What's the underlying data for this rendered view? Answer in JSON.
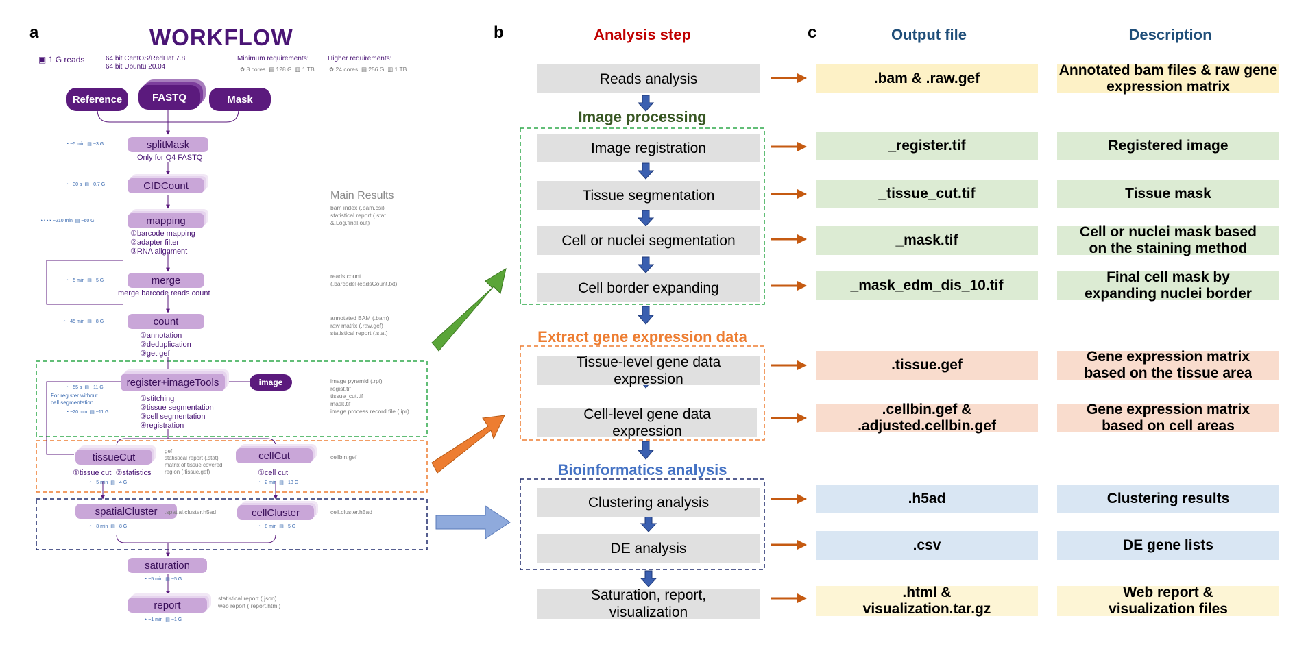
{
  "panels": {
    "a": "a",
    "b": "b",
    "c": "c"
  },
  "workflow": {
    "title": "WORKFLOW",
    "reads": "1 G reads",
    "os1": "64 bit CentOS/RedHat 7.8",
    "os2": "64 bit Ubuntu 20.04",
    "min_req": "Minimum requirements:",
    "min_cores": "8 cores",
    "min_mem": "128 G",
    "min_disk": "1 TB",
    "high_req": "Higher requirements:",
    "high_cores": "24 cores",
    "high_mem": "256 G",
    "high_disk": "1 TB",
    "inputs": [
      "Reference",
      "FASTQ",
      "Mask"
    ],
    "image_input": "image",
    "main_results_title": "Main Results",
    "steps": {
      "splitmask": {
        "label": "splitMask",
        "time": "~5 min",
        "mem": "~3 G",
        "sub": [
          "Only for Q4 FASTQ"
        ]
      },
      "cidcount": {
        "label": "CIDCount",
        "time": "~30 s",
        "mem": "~0.7 G",
        "sub": []
      },
      "mapping": {
        "label": "mapping",
        "time": "~210 min",
        "mem": "~60 G",
        "sub": [
          "①barcode mapping",
          "②adapter filter",
          "③RNA alignment"
        ],
        "results": [
          "bam index (.bam.csi)",
          "statistical report (.stat",
          "&.Log.final.out)"
        ]
      },
      "merge": {
        "label": "merge",
        "time": "~5 min",
        "mem": "~5 G",
        "sub": [
          "merge barcode reads count"
        ],
        "results": [
          "reads count",
          "(.barcodeReadsCount.txt)"
        ]
      },
      "count": {
        "label": "count",
        "time": "~45 min",
        "mem": "~8 G",
        "sub": [
          "①annotation",
          "②deduplication",
          "③get gef"
        ],
        "results": [
          "annotated BAM (.bam)",
          "raw matrix (.raw.gef)",
          "statistical report (.stat)"
        ]
      },
      "register": {
        "label": "register+imageTools",
        "time1": "~55 s",
        "mem1": "~11 G",
        "note": [
          "For register without",
          "cell segmentation"
        ],
        "time2": "~20 min",
        "mem2": "~11 G",
        "sub": [
          "①stitching",
          "②tissue segmentation",
          "③cell segmentation",
          "④registration"
        ],
        "results": [
          "image pyramid (.rpi)",
          "regist.tif",
          "tissue_cut.tif",
          "mask.tif",
          "image process record file (.ipr)"
        ]
      },
      "tissuecut": {
        "label": "tissueCut",
        "time": "~5 min",
        "mem": "~4 G",
        "sub": [
          "①tissue cut",
          "②statistics"
        ],
        "results": [
          "gef",
          "statistical report (.stat)",
          "matrix of tissue covered",
          "region (.tissue.gef)"
        ]
      },
      "cellcut": {
        "label": "cellCut",
        "time": "~2 min",
        "mem": "~13 G",
        "sub": [
          "①cell cut"
        ],
        "results": [
          "cellbin.gef"
        ]
      },
      "spatialcluster": {
        "label": "spatialCluster",
        "time": "~8 min",
        "mem": "~8 G",
        "results": [
          ".spatial.cluster.h5ad"
        ]
      },
      "cellcluster": {
        "label": "cellCluster",
        "time": "~8 min",
        "mem": "~5 G",
        "results": [
          "cell.cluster.h5ad"
        ]
      },
      "saturation": {
        "label": "saturation",
        "time": "~5 min",
        "mem": "~5 G"
      },
      "report": {
        "label": "report",
        "time": "~1 min",
        "mem": "~1 G",
        "results": [
          "statistical report (.json)",
          "web report (.report.html)"
        ]
      }
    }
  },
  "panel_b": {
    "header": "Analysis step",
    "steps": [
      "Reads analysis",
      "Image registration",
      "Tissue segmentation",
      "Cell or nuclei segmentation",
      "Cell border expanding",
      "Tissue-level gene data expression",
      "Cell-level gene data expression",
      "Clustering analysis",
      "DE analysis",
      "Saturation, report, visualization"
    ],
    "sections": [
      "Image processing",
      "Extract gene expression data",
      "Bioinformatics analysis"
    ]
  },
  "panel_c": {
    "header_output": "Output file",
    "header_desc": "Description",
    "rows": [
      {
        "file": ".bam & .raw.gef",
        "desc": "Annotated bam files & raw gene expression matrix",
        "color": "#fdf1c6"
      },
      {
        "file": "_register.tif",
        "desc": "Registered image",
        "color": "#dcebd3"
      },
      {
        "file": "_tissue_cut.tif",
        "desc": "Tissue mask",
        "color": "#dcebd3"
      },
      {
        "file": "_mask.tif",
        "desc": "Cell or nuclei mask based on the staining method",
        "color": "#dcebd3"
      },
      {
        "file": "_mask_edm_dis_10.tif",
        "desc": "Final cell mask by expanding nuclei border",
        "color": "#dcebd3"
      },
      {
        "file": ".tissue.gef",
        "desc": "Gene expression matrix based on the tissue area",
        "color": "#f9dccd"
      },
      {
        "file": ".cellbin.gef & .adjusted.cellbin.gef",
        "desc": "Gene expression matrix based on cell areas",
        "color": "#f9dccd"
      },
      {
        "file": ".h5ad",
        "desc": "Clustering results",
        "color": "#d9e6f3"
      },
      {
        "file": ".csv",
        "desc": "DE gene lists",
        "color": "#d9e6f3"
      },
      {
        "file": ".html & visualization.tar.gz",
        "desc": "Web report & visualization files",
        "color": "#fdf5d5"
      }
    ]
  },
  "colors": {
    "analysis_header": "#c00000",
    "col_header": "#1f4e79",
    "image_processing": "#385723",
    "extract": "#ed7d31",
    "bioinfo": "#4472c4",
    "green_box": "#2ea84a",
    "orange_box": "#ed7d31",
    "navy_box": "#1f2a6b",
    "down_arrow": "#3a5fb0",
    "side_arrow": "#c55a11",
    "big_green_arrow": "#5aa538",
    "big_orange_arrow": "#ed7d31",
    "big_blue_arrow": "#8faadc"
  }
}
